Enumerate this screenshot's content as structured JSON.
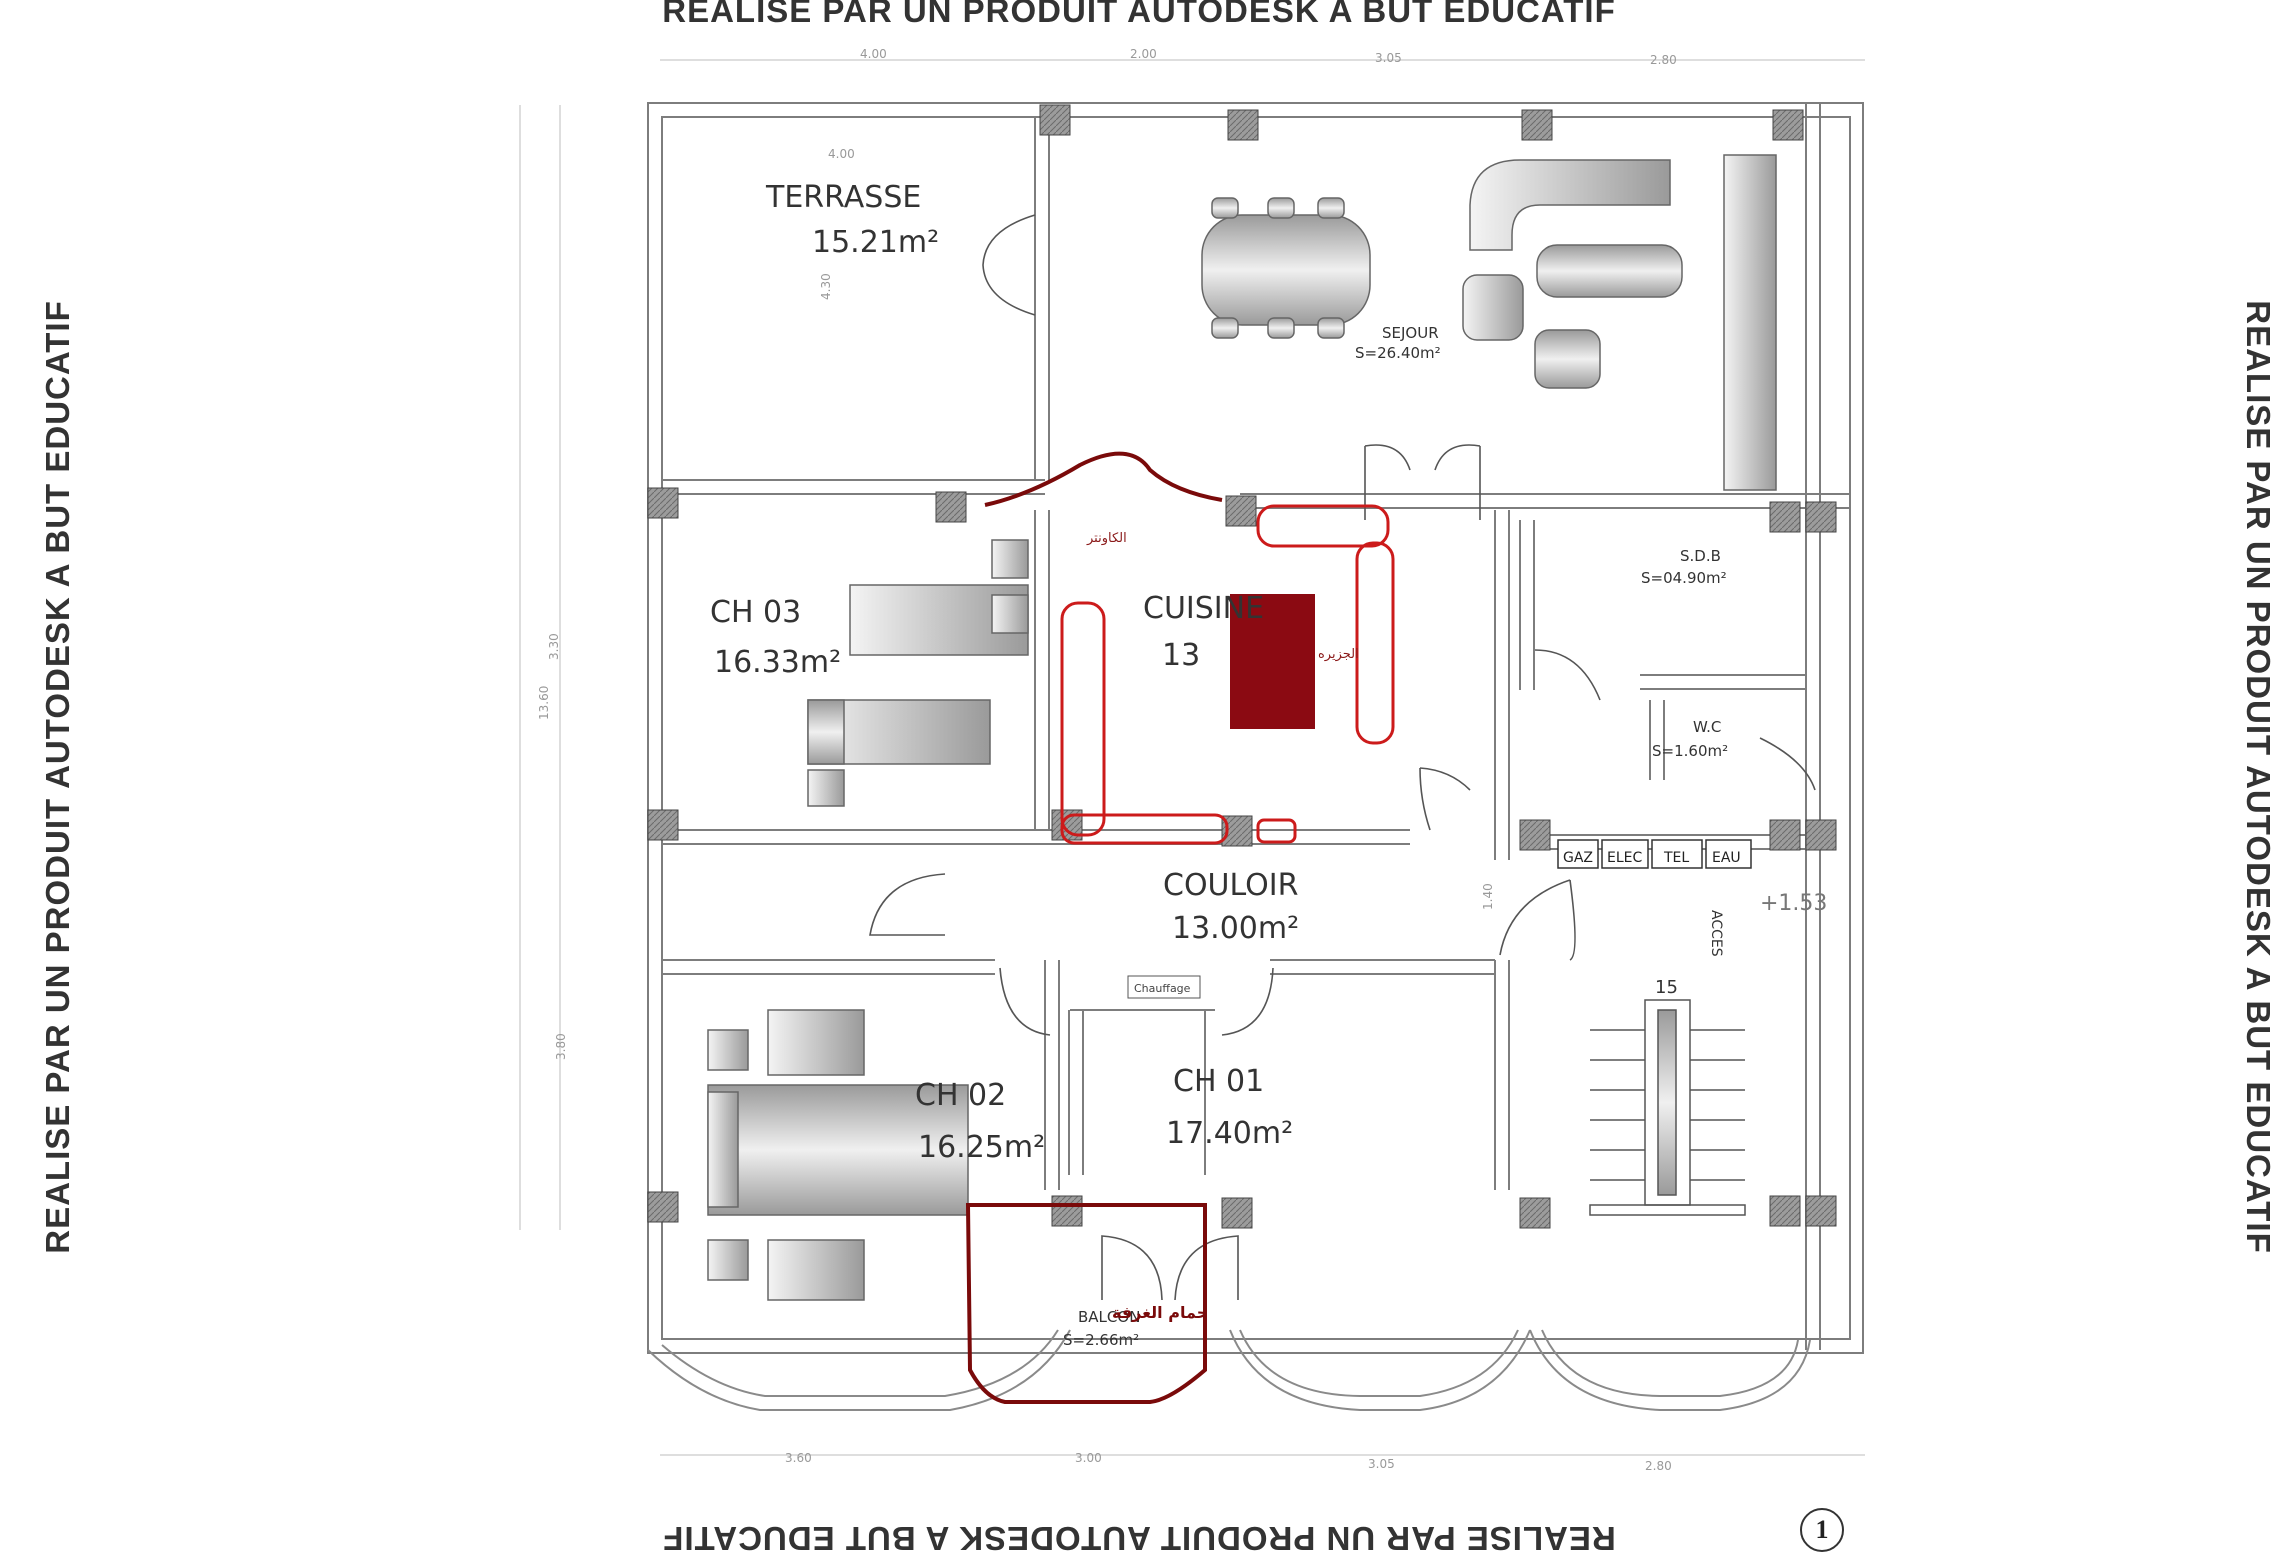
{
  "watermark": {
    "top": "REALISE PAR UN PRODUIT AUTODESK A BUT EDUCATIF",
    "bottom": "REALISE PAR UN PRODUIT AUTODESK A BUT EDUCATIF",
    "left": "REALISE PAR UN PRODUIT AUTODESK A BUT EDUCATIF",
    "right": "REALISE PAR UN PRODUIT AUTODESK A BUT EDUCATIF"
  },
  "dimensions": {
    "top": [
      "4.00",
      "2.00",
      "3.05",
      "2.80"
    ],
    "bottom": [
      "3.60",
      "3.00",
      "3.05",
      "2.80"
    ],
    "left": [
      "3.30",
      "13.60",
      "3.80"
    ],
    "inner": [
      "4.00",
      "4.30",
      "1.40"
    ]
  },
  "rooms": {
    "terrasse": {
      "name": "TERRASSE",
      "area": "15.21m²"
    },
    "sejour": {
      "name": "SEJOUR",
      "area": "S=26.40m²"
    },
    "ch03": {
      "name": "CH 03",
      "area": "16.33m²"
    },
    "cuisine": {
      "name": "CUISINE",
      "area": "13"
    },
    "sdb": {
      "name": "S.D.B",
      "area": "S=04.90m²"
    },
    "wc": {
      "name": "W.C",
      "area": "S=1.60m²"
    },
    "couloir": {
      "name": "COULOIR",
      "area": "13.00m²"
    },
    "ch02": {
      "name": "CH 02",
      "area": "16.25m²"
    },
    "ch01": {
      "name": "CH 01",
      "area": "17.40m²"
    },
    "balcon": {
      "name": "BALCON",
      "area": "S=2.66m²"
    }
  },
  "annotations": {
    "counter": "الكاونتر",
    "island": "الجزيره",
    "bath": "حمام الغرفة"
  },
  "labels": {
    "chauffage": "Chauffage",
    "meters": [
      "GAZ",
      "ELEC",
      "TEL",
      "EAU"
    ],
    "acces": "ACCES",
    "level": "+1.53",
    "stair_count": "15"
  },
  "page_number": "1",
  "colors": {
    "wall": "#8a8a8a",
    "column": "#555555",
    "annotation_red": "#cc1b1b",
    "island_fill": "#8b0a12",
    "dark_red": "#7a0a0a"
  }
}
